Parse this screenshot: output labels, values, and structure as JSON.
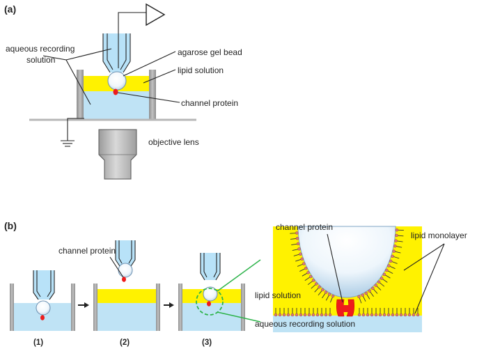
{
  "panel_a": {
    "label": "(a)",
    "aqueous_solution_line1": "aqueous recording",
    "aqueous_solution_line2": "solution",
    "gel_bead": "agarose gel bead",
    "lipid_solution": "lipid solution",
    "channel_protein": "channel protein",
    "objective_lens": "objective lens"
  },
  "panel_b": {
    "label": "(b)",
    "channel_protein_step2": "channel protein",
    "step1": "(1)",
    "step2": "(2)",
    "step3": "(3)",
    "channel_protein": "channel protein",
    "lipid_monolayer": "lipid monolayer",
    "lipid_solution": "lipid solution",
    "aqueous_solution": "aqueous recording solution"
  },
  "colors": {
    "aqueous": "#bfe3f5",
    "lipid": "#fff200",
    "protein": "#ee1c1c",
    "wall": "#a6a6a6",
    "lens": "#c8c8c8",
    "pipette_fill": "#b8e2f8",
    "lipid_head": "#d97a7a",
    "callout_line": "#2db34a"
  }
}
